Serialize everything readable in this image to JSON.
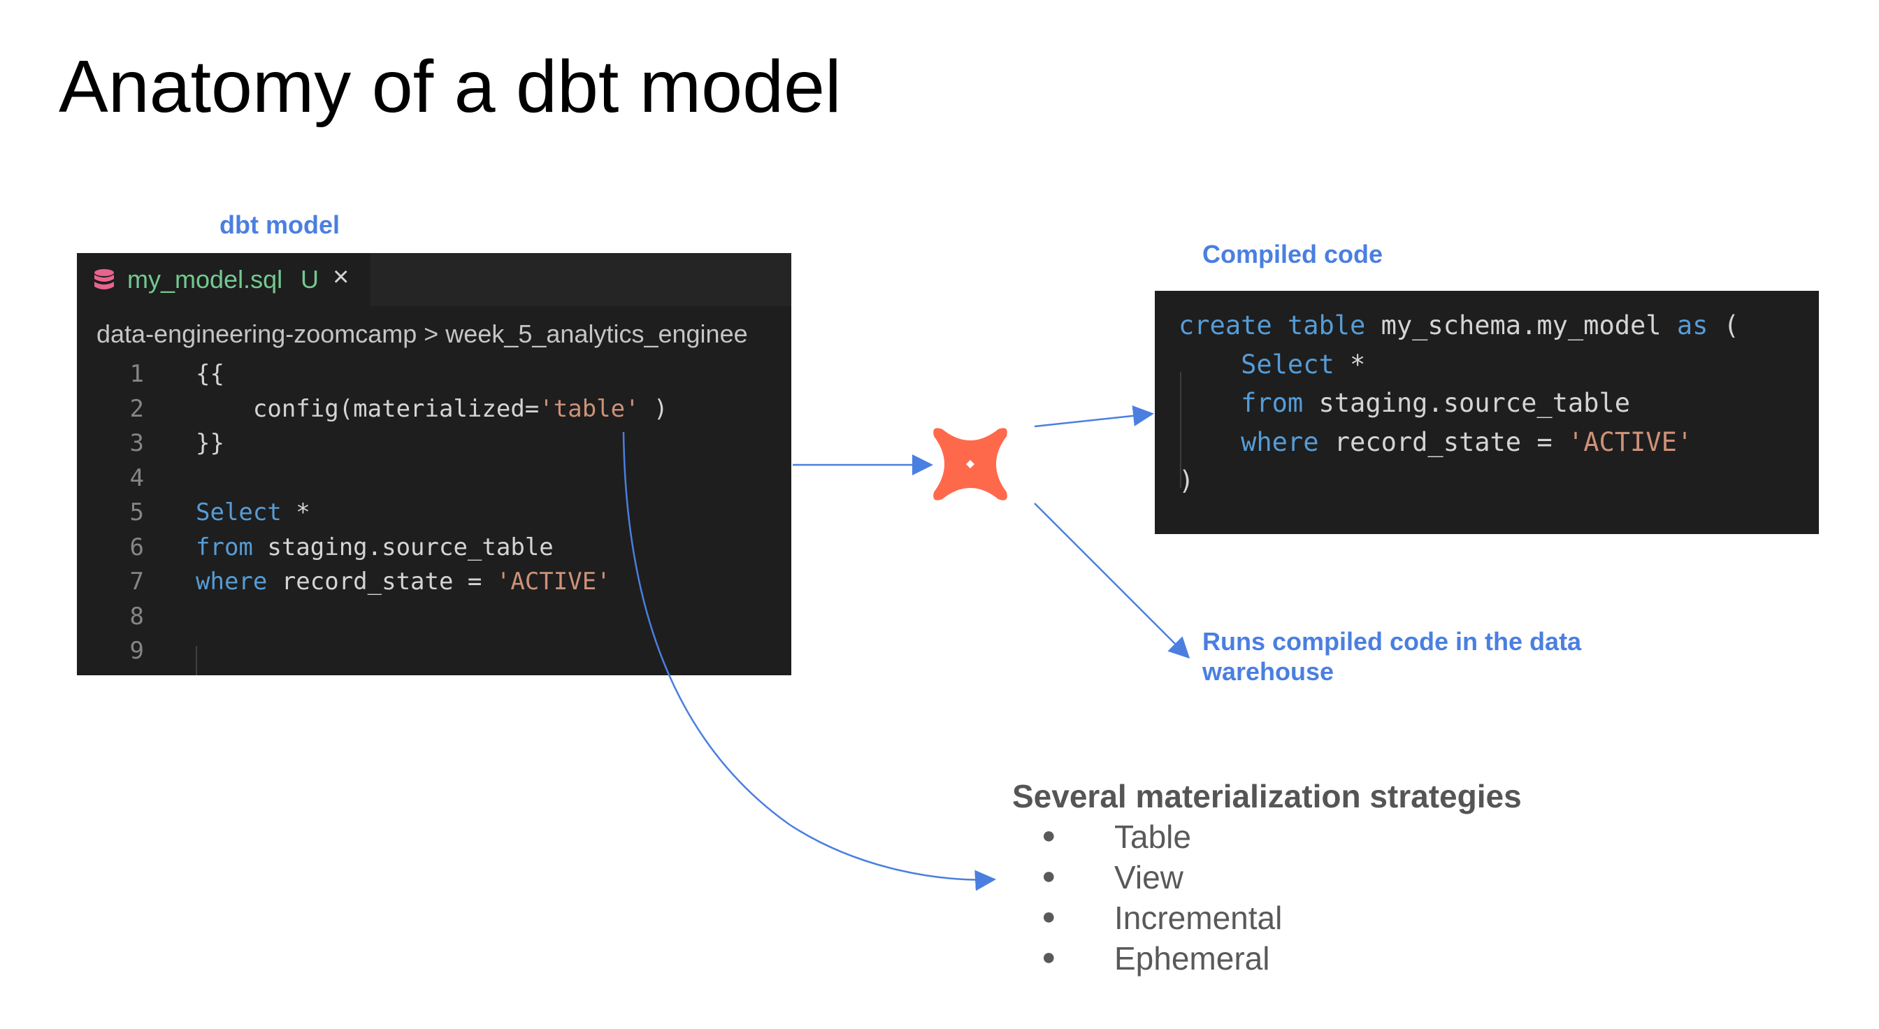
{
  "slide": {
    "title": "Anatomy of a dbt model"
  },
  "labels": {
    "model": "dbt model",
    "compiled": "Compiled code",
    "runs": "Runs compiled code in the data warehouse"
  },
  "editor": {
    "tab_name": "my_model.sql",
    "tab_status": "U",
    "close_glyph": "×",
    "breadcrumb": "data-engineering-zoomcamp  >  week_5_analytics_enginee",
    "lines": [
      {
        "n": "1",
        "parts": [
          {
            "t": "{{",
            "c": ""
          }
        ]
      },
      {
        "n": "2",
        "parts": [
          {
            "t": "    config(materialized=",
            "c": ""
          },
          {
            "t": "'table'",
            "c": "str"
          },
          {
            "t": " )",
            "c": ""
          }
        ]
      },
      {
        "n": "3",
        "parts": [
          {
            "t": "}}",
            "c": ""
          }
        ]
      },
      {
        "n": "4",
        "parts": []
      },
      {
        "n": "5",
        "parts": [
          {
            "t": "Select",
            "c": "kw"
          },
          {
            "t": " *",
            "c": ""
          }
        ]
      },
      {
        "n": "6",
        "parts": [
          {
            "t": "from",
            "c": "kw"
          },
          {
            "t": " staging.source_table",
            "c": ""
          }
        ]
      },
      {
        "n": "7",
        "parts": [
          {
            "t": "where",
            "c": "kw"
          },
          {
            "t": " record_state = ",
            "c": ""
          },
          {
            "t": "'ACTIVE'",
            "c": "str"
          }
        ]
      },
      {
        "n": "8",
        "parts": []
      },
      {
        "n": "9",
        "parts": []
      }
    ]
  },
  "compiled": {
    "lines": [
      {
        "parts": [
          {
            "t": "create table",
            "c": "kw"
          },
          {
            "t": " my_schema.my_model ",
            "c": ""
          },
          {
            "t": "as",
            "c": "kw"
          },
          {
            "t": " (",
            "c": ""
          }
        ]
      },
      {
        "parts": [
          {
            "t": "    ",
            "c": ""
          },
          {
            "t": "Select",
            "c": "kw"
          },
          {
            "t": " *",
            "c": ""
          }
        ]
      },
      {
        "parts": [
          {
            "t": "    ",
            "c": ""
          },
          {
            "t": "from",
            "c": "kw"
          },
          {
            "t": " staging.source_table",
            "c": ""
          }
        ]
      },
      {
        "parts": [
          {
            "t": "    ",
            "c": ""
          },
          {
            "t": "where",
            "c": "kw"
          },
          {
            "t": " record_state = ",
            "c": ""
          },
          {
            "t": "'ACTIVE'",
            "c": "str"
          }
        ]
      },
      {
        "parts": [
          {
            "t": ")",
            "c": ""
          }
        ]
      }
    ]
  },
  "strategies": {
    "heading": "Several materialization strategies",
    "bullet": "●",
    "items": [
      "Table",
      "View",
      "Incremental",
      "Ephemeral"
    ]
  },
  "colors": {
    "label_blue": "#4a7fe0",
    "dbt_orange": "#ff694b",
    "keyword": "#569cd6",
    "string": "#ce9178"
  },
  "icons": {
    "logo": "dbt-logo-icon",
    "file": "database-icon",
    "close": "close-icon"
  }
}
